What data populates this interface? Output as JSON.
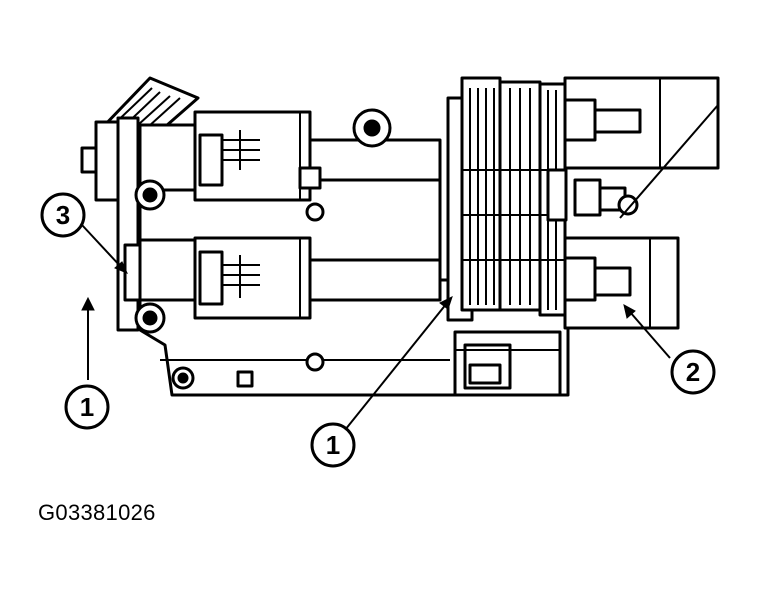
{
  "figure": {
    "id_label": "G03381026",
    "callouts": [
      {
        "label": "3"
      },
      {
        "label": "1"
      },
      {
        "label": "1"
      },
      {
        "label": "2"
      }
    ]
  }
}
